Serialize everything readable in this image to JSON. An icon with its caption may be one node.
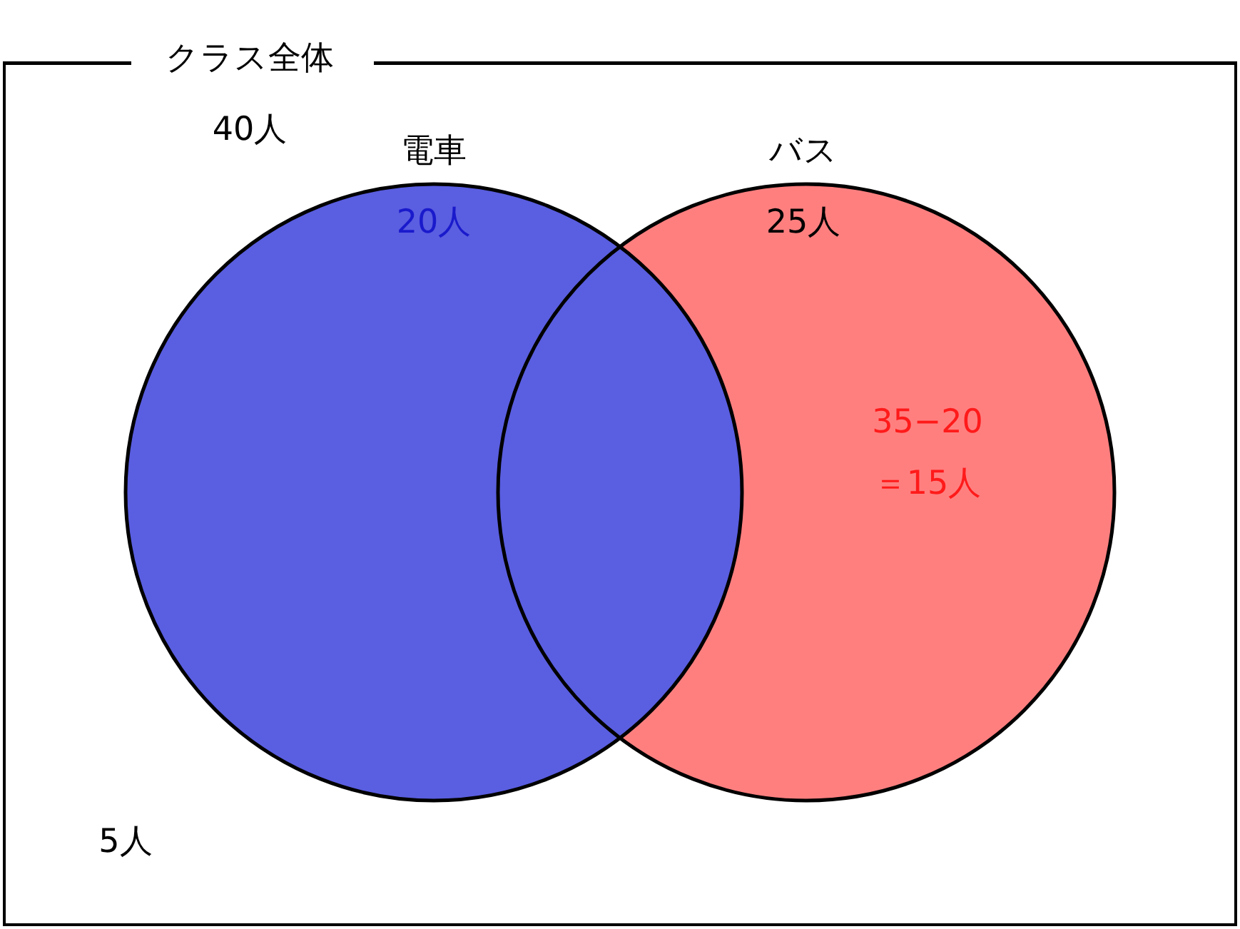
{
  "diagram": {
    "nodes": [
      {
        "text": [
          "クラス全体",
          "40人"
        ]
      },
      {
        "text": [
          "電車",
          "20人"
        ],
        "in": 0
      },
      {
        "text": [
          "バス",
          "25人",
          "35−20＝15人"
        ],
        "in": 0
      }
    ],
    "labels": [
      "5人"
    ]
  }
}
